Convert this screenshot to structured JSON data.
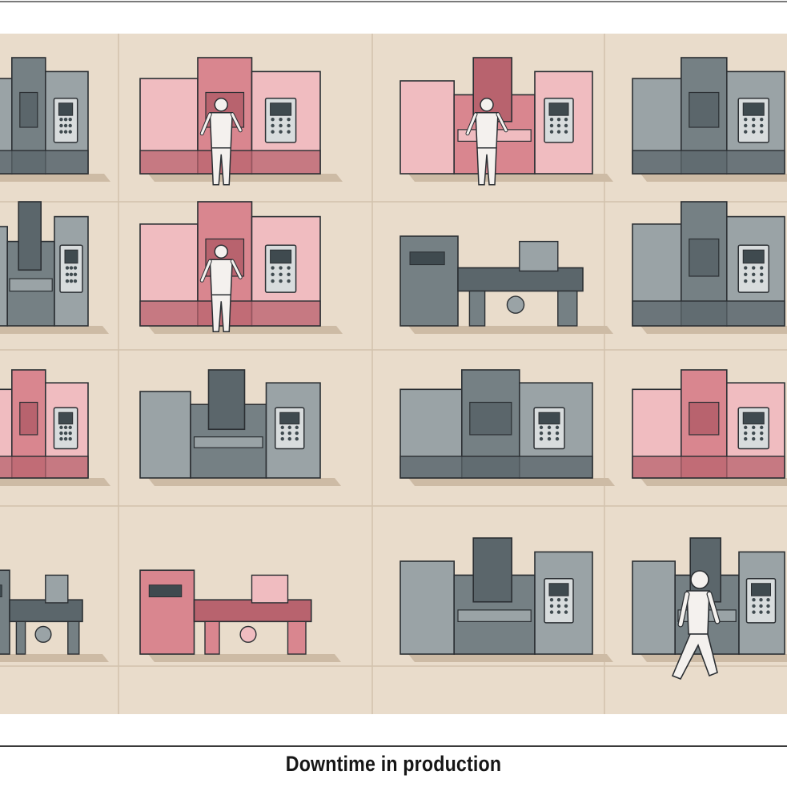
{
  "caption": "Downtime in production",
  "palette": {
    "floor": "#e9dccb",
    "grid_line": "#d2c2ad",
    "shadow": "#cdbba5",
    "outline": "#2b2f33",
    "idle_light": "#9aa3a6",
    "idle_mid": "#758084",
    "idle_dark": "#5b666b",
    "down_light": "#f0bcc0",
    "down_mid": "#d9868f",
    "down_dark": "#b8636e",
    "worker": "#f4f1ee"
  },
  "machines": [
    {
      "row": 1,
      "col": 1,
      "status": "idle",
      "kind": "cnc-cabinet",
      "operator": false
    },
    {
      "row": 1,
      "col": 2,
      "status": "down",
      "kind": "cnc-cabinet",
      "operator": true
    },
    {
      "row": 1,
      "col": 3,
      "status": "down",
      "kind": "milling",
      "operator": true
    },
    {
      "row": 1,
      "col": 4,
      "status": "idle",
      "kind": "cnc-cabinet",
      "operator": false
    },
    {
      "row": 2,
      "col": 1,
      "status": "idle",
      "kind": "milling",
      "operator": false
    },
    {
      "row": 2,
      "col": 2,
      "status": "down",
      "kind": "cnc-cabinet",
      "operator": true
    },
    {
      "row": 2,
      "col": 3,
      "status": "idle",
      "kind": "lathe",
      "operator": false
    },
    {
      "row": 2,
      "col": 4,
      "status": "idle",
      "kind": "cnc-cabinet",
      "operator": false
    },
    {
      "row": 3,
      "col": 1,
      "status": "down",
      "kind": "cnc-cabinet",
      "operator": false
    },
    {
      "row": 3,
      "col": 2,
      "status": "idle",
      "kind": "milling",
      "operator": false
    },
    {
      "row": 3,
      "col": 3,
      "status": "idle",
      "kind": "cnc-cabinet",
      "operator": false
    },
    {
      "row": 3,
      "col": 4,
      "status": "down",
      "kind": "cnc-cabinet",
      "operator": false
    },
    {
      "row": 4,
      "col": 1,
      "status": "idle",
      "kind": "lathe",
      "operator": false
    },
    {
      "row": 4,
      "col": 2,
      "status": "down",
      "kind": "lathe",
      "operator": false
    },
    {
      "row": 4,
      "col": 3,
      "status": "idle",
      "kind": "milling",
      "operator": false
    },
    {
      "row": 4,
      "col": 4,
      "status": "idle",
      "kind": "milling",
      "operator": false
    }
  ],
  "walking_worker": true
}
